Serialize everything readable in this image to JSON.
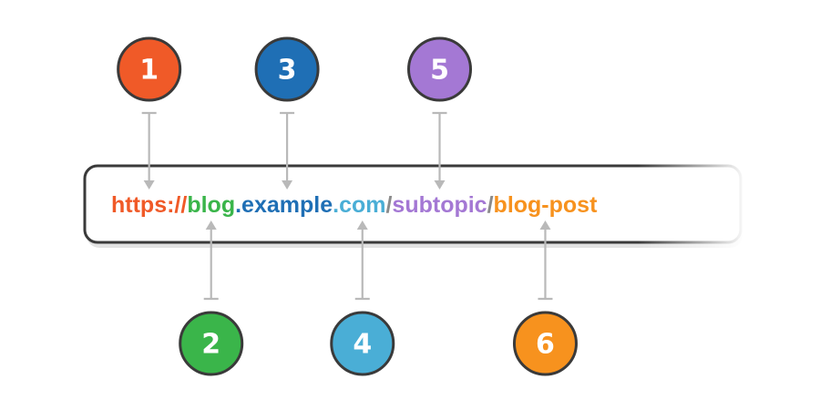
{
  "url_segments": [
    {
      "id": "scheme",
      "text": "https://",
      "color": "#f05a28"
    },
    {
      "id": "subdomain",
      "text": "blog",
      "color": "#3ab54a"
    },
    {
      "id": "dot-1",
      "text": ".",
      "color": "#1f6fb5"
    },
    {
      "id": "domain",
      "text": "example",
      "color": "#1f6fb5"
    },
    {
      "id": "dot-2",
      "text": ".",
      "color": "#4aaed6"
    },
    {
      "id": "tld",
      "text": "com",
      "color": "#4aaed6"
    },
    {
      "id": "slash-1",
      "text": "/",
      "color": "#8b8b8b"
    },
    {
      "id": "path",
      "text": "subtopic",
      "color": "#a478d4"
    },
    {
      "id": "slash-2",
      "text": "/",
      "color": "#8b8b8b"
    },
    {
      "id": "page",
      "text": "blog-post",
      "color": "#f7921e"
    }
  ],
  "markers": [
    {
      "label": "1",
      "color": "#f05a28",
      "target": "scheme"
    },
    {
      "label": "2",
      "color": "#3ab54a",
      "target": "subdomain"
    },
    {
      "label": "3",
      "color": "#1f6fb5",
      "target": "domain"
    },
    {
      "label": "4",
      "color": "#4aaed6",
      "target": "tld"
    },
    {
      "label": "5",
      "color": "#a478d4",
      "target": "path"
    },
    {
      "label": "6",
      "color": "#f7921e",
      "target": "page"
    }
  ]
}
